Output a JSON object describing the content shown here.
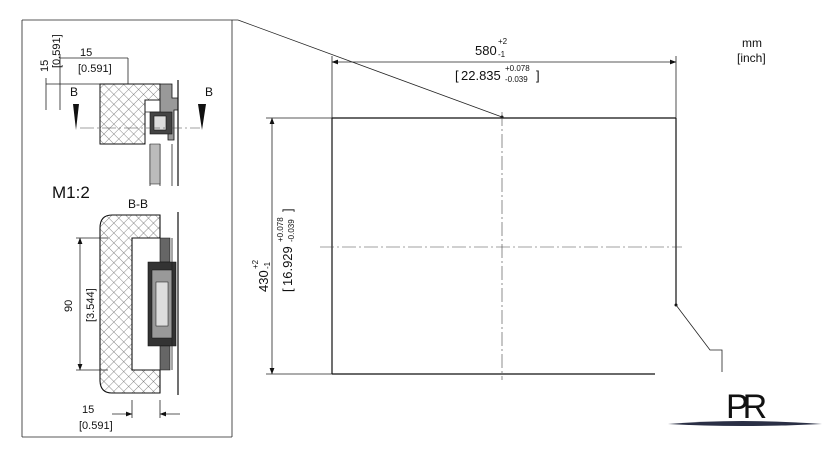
{
  "units": {
    "line1": "mm",
    "line2": "[inch]"
  },
  "scale_label": "M1:2",
  "section_label": "B-B",
  "cut_marker": "B",
  "detail": {
    "top_dim_mm": "15",
    "top_dim_in": "[0.591]",
    "side_dim_mm": "15",
    "side_dim_in": "[0.591]",
    "height_mm": "90",
    "height_in": "[3.544]",
    "bottom_dim_mm": "15",
    "bottom_dim_in": "[0.591]"
  },
  "main": {
    "width_mm": "580",
    "width_tol_plus": "+2",
    "width_tol_minus": "-1",
    "width_in": "22.835",
    "width_in_tol_plus": "+0.078",
    "width_in_tol_minus": "-0.039",
    "height_mm": "430",
    "height_tol_plus": "+2",
    "height_tol_minus": "-1",
    "height_in": "16.929",
    "height_in_tol_plus": "+0.078",
    "height_in_tol_minus": "-0.039"
  },
  "logo": {
    "text": "PR"
  }
}
